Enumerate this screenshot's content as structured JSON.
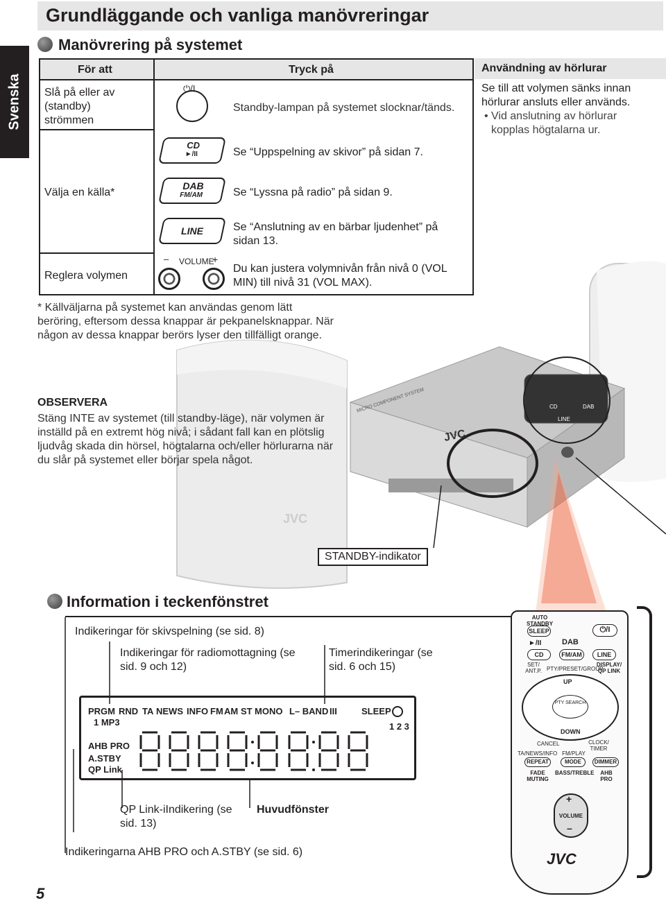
{
  "side_tab": "Svenska",
  "page_title": "Grundläggande och vanliga manövreringar",
  "section1": {
    "heading": "Manövrering på systemet",
    "table": {
      "col1_header": "För att",
      "col2_header": "Tryck på",
      "row_power_label": "Slå på eller av (standby) strömmen",
      "power_btn_symbol": "⏻/I",
      "power_note": "Standby-lampan på systemet slocknar/tänds.",
      "cd_btn_label": "CD",
      "cd_btn_sub": "►/II",
      "cd_note": "Se “Uppspelning av skivor” på sidan 7.",
      "row_source_label": "Välja en källa*",
      "dab_btn_label": "DAB",
      "dab_btn_sub": "FM/AM",
      "dab_note": "Se “Lyssna på radio” på sidan 9.",
      "line_btn_label": "LINE",
      "line_note": "Se “Anslutning av en bärbar ljudenhet” på sidan 13.",
      "row_volume_label": "Reglera volymen",
      "volume_minus": "–",
      "volume_label": "VOLUME",
      "volume_plus": "+",
      "volume_note": "Du kan justera volymnivån från nivå 0 (VOL MIN) till nivå 31 (VOL MAX)."
    },
    "footnote": "* Källväljarna på systemet kan användas genom lätt beröring, eftersom dessa knappar är pekpanelsknappar. När någon av dessa knappar berörs lyser den tillfälligt orange."
  },
  "headphones": {
    "heading": "Användning av hörlurar",
    "text": "Se till att volymen sänks innan hörlurar ansluts eller används.",
    "bullet": "Vid anslutning av hörlurar kopplas högtalarna ur."
  },
  "observera": {
    "heading": "OBSERVERA",
    "text": "Stäng INTE av systemet (till standby-läge), när volymen är inställd på en extremt hög nivå; i sådant fall kan en plötslig ljudvåg skada din hörsel, högtalarna och/eller hörlurarna när du slår på systemet eller börjar spela något."
  },
  "device": {
    "brand_main": "JVC",
    "brand_speaker": "JVC",
    "micro_text": "MICRO COMPONENT SYSTEM",
    "panel_cd": "CD",
    "panel_dab": "DAB",
    "panel_line": "LINE",
    "standby_callout": "STANDBY-indikator"
  },
  "section2": {
    "heading": "Information i teckenfönstret",
    "callout_disc": "Indikeringar för skivspelning (se sid. 8)",
    "callout_radio": "Indikeringar för radiomottagning (se sid. 9 och 12)",
    "callout_timer": "Timerindikeringar (se sid. 6 och 15)",
    "callout_qp": "QP Link-iIndikering (se sid. 13)",
    "callout_main": "Huvudfönster",
    "callout_ahb": "Indikeringarna AHB PRO och A.STBY (se sid. 6)"
  },
  "lcd": {
    "prgm": "PRGM",
    "rnd": "RND",
    "repeat_mp3": "1 MP3",
    "ta": "TA",
    "news": "NEWS",
    "info": "INFO",
    "fm": "FM",
    "am": "AM",
    "st": "ST",
    "mono": "MONO",
    "lband": "L– BAND",
    "band_sym": "III",
    "sleep": "SLEEP",
    "digits": "1 2 3",
    "ahb": "AHB PRO",
    "astby": "A.STBY",
    "qplink": "QP Link"
  },
  "remote": {
    "auto_standby": "AUTO STANDBY",
    "sleep": "SLEEP",
    "power": "⏻/I",
    "play_pause": "►/II",
    "dab": "DAB",
    "cd": "CD",
    "fmam": "FM/AM",
    "line": "LINE",
    "set_ant": "SET/ ANT.P.",
    "pty": "PTY/PRESET/GROUP",
    "display": "DISPLAY/ QP LINK",
    "up": "UP",
    "pty_search": "PTY SEARCH",
    "down": "DOWN",
    "cancel": "CANCEL",
    "clock": "CLOCK/ TIMER",
    "ta_news": "TA/NEWS/INFO",
    "fm_play": "FM/PLAY",
    "repeat": "REPEAT",
    "mode": "MODE",
    "dimmer": "DIMMER",
    "fade": "FADE MUTING",
    "bass": "BASS/TREBLE",
    "ahb": "AHB PRO",
    "vol_plus": "+",
    "volume": "VOLUME",
    "vol_minus": "–",
    "brand": "JVC"
  },
  "page_number": "5"
}
